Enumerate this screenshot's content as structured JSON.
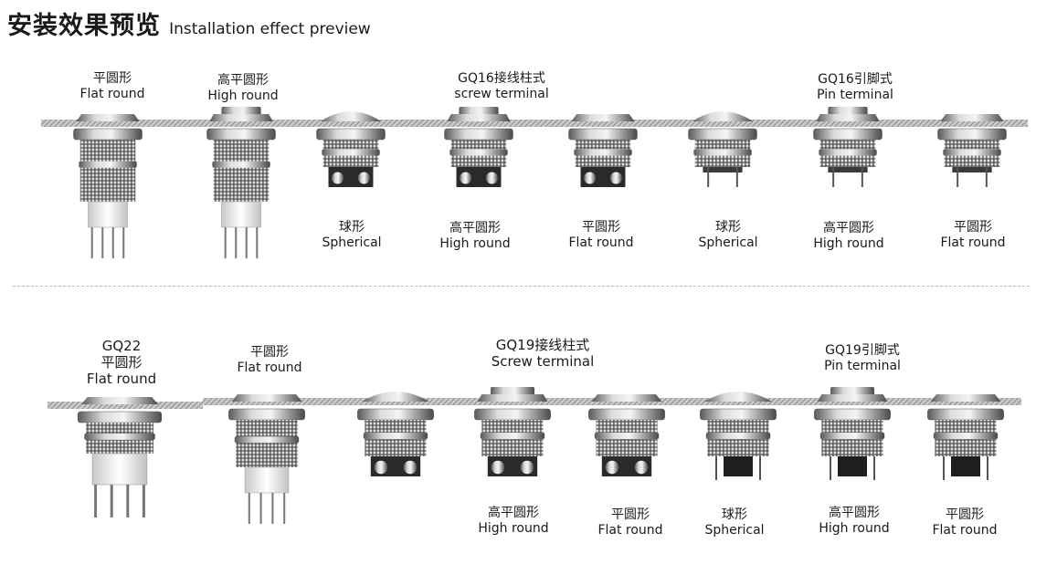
{
  "header": {
    "title_zh": "安装效果预览",
    "title_en": "Installation effect preview"
  },
  "row1": {
    "top_labels": [
      {
        "lines": [
          "平圆形",
          "Flat round"
        ]
      },
      {
        "lines": [
          "高平圆形",
          "High round"
        ]
      },
      {
        "lines": [
          "GQ16接线柱式",
          "screw terminal"
        ]
      },
      {
        "lines": [
          "GQ16引脚式",
          "Pin terminal"
        ]
      }
    ],
    "bottom_labels": [
      {
        "lines": [
          "球形",
          "Spherical"
        ]
      },
      {
        "lines": [
          "高平圆形",
          "High round"
        ]
      },
      {
        "lines": [
          "平圆形",
          "Flat round"
        ]
      },
      {
        "lines": [
          "球形",
          "Spherical"
        ]
      },
      {
        "lines": [
          "高平圆形",
          "High round"
        ]
      },
      {
        "lines": [
          "平圆形",
          "Flat round"
        ]
      }
    ]
  },
  "row2": {
    "top_labels": [
      {
        "lines": [
          "GQ22",
          "平圆形",
          "Flat round"
        ]
      },
      {
        "lines": [
          "平圆形",
          "Flat round"
        ]
      },
      {
        "lines": [
          "GQ19接线柱式",
          "Screw terminal"
        ]
      },
      {
        "lines": [
          "GQ19引脚式",
          "Pin terminal"
        ]
      }
    ],
    "bottom_labels": [
      {
        "lines": [
          "高平圆形",
          "High round"
        ]
      },
      {
        "lines": [
          "平圆形",
          "Flat round"
        ]
      },
      {
        "lines": [
          "球形",
          "Spherical"
        ]
      },
      {
        "lines": [
          "高平圆形",
          "High round"
        ]
      },
      {
        "lines": [
          "平圆形",
          "Flat round"
        ]
      }
    ]
  },
  "colors": {
    "metal_light": "#e6e6e6",
    "metal_dark": "#555555",
    "thread": "#6a6a6a",
    "panel": "#9a9a9a",
    "black_base": "#222222"
  }
}
